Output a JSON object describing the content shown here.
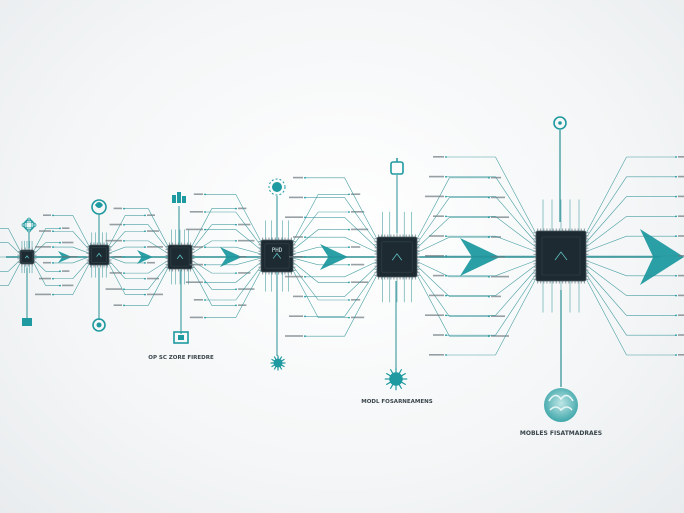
{
  "stages": [
    {
      "chip_label": "",
      "caption": ""
    },
    {
      "chip_label": "",
      "caption": ""
    },
    {
      "chip_label": "",
      "caption": "OP SC ZORE FIREDRE"
    },
    {
      "chip_label": "PHD",
      "caption": ""
    },
    {
      "chip_label": "",
      "caption": "MODL FOSARNEAMENS"
    },
    {
      "chip_label": "",
      "caption": "MOBLES FISATMADRAES"
    }
  ],
  "colors": {
    "accent": "#1f9aa0",
    "accent_light": "#5fc1c3",
    "chip": "#1d2a31",
    "line": "#2a8f94",
    "text": "#39454b"
  },
  "icons": [
    "atom-icon",
    "gear-icon",
    "sun-icon",
    "cluster-icon",
    "virus-icon",
    "brain-icon"
  ]
}
